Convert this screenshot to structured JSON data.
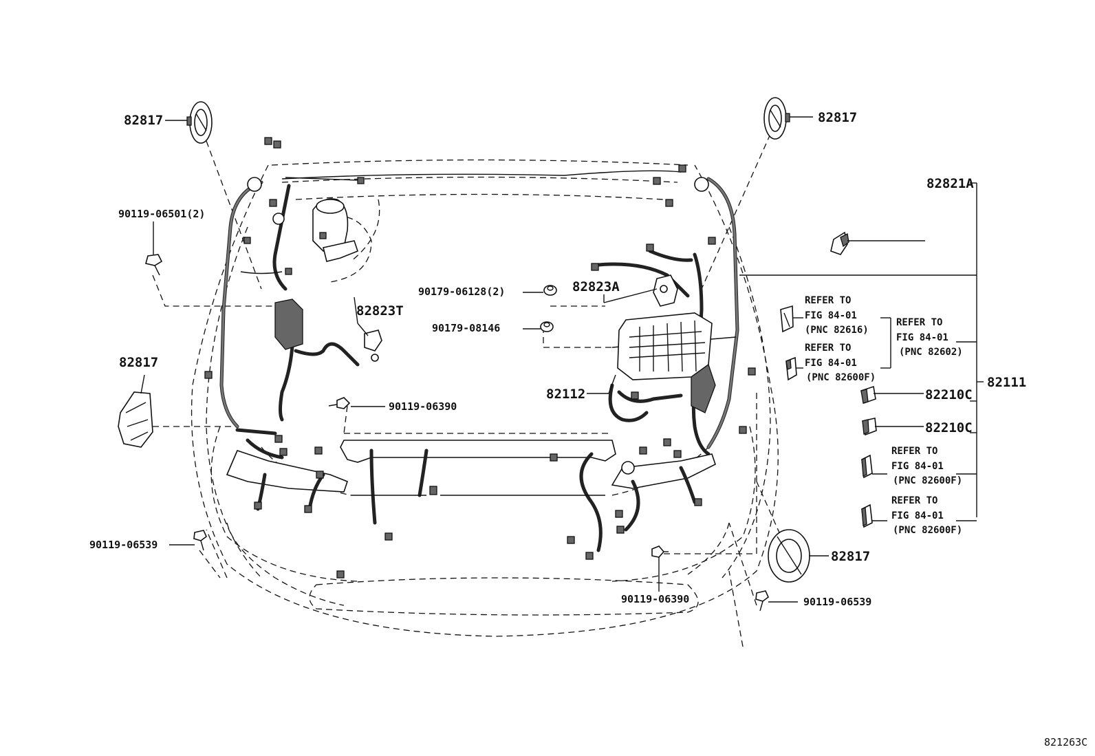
{
  "diagram_code": "821263C",
  "labels": {
    "horn_tl": "82817",
    "horn_tr": "82817",
    "horn_ml": "82817",
    "horn_br": "82817",
    "bolt_06501": "90119-06501(2)",
    "clip_06128": "90179-06128(2)",
    "clip_08146": "90179-08146",
    "p82823A": "82823A",
    "p82823T": "82823T",
    "p82821A": "82821A",
    "p82112": "82112",
    "p82111": "82111",
    "p82210C_1": "82210C",
    "p82210C_2": "82210C",
    "bolt_06390_l": "90119-06390",
    "bolt_06390_r": "90119-06390",
    "bolt_06539_l": "90119-06539",
    "bolt_06539_r": "90119-06539"
  },
  "refs": [
    {
      "line1": "REFER TO",
      "line2": "FIG 84-01",
      "line3": "(PNC 82616)"
    },
    {
      "line1": "REFER TO",
      "line2": "FIG 84-01",
      "line3": "(PNC 82602)"
    },
    {
      "line1": "REFER TO",
      "line2": "FIG 84-01",
      "line3": "(PNC 82600F)"
    },
    {
      "line1": "REFER TO",
      "line2": "FIG 84-01",
      "line3": "(PNC 82600F)"
    },
    {
      "line1": "REFER TO",
      "line2": "FIG 84-01",
      "line3": "(PNC 82600F)"
    }
  ]
}
